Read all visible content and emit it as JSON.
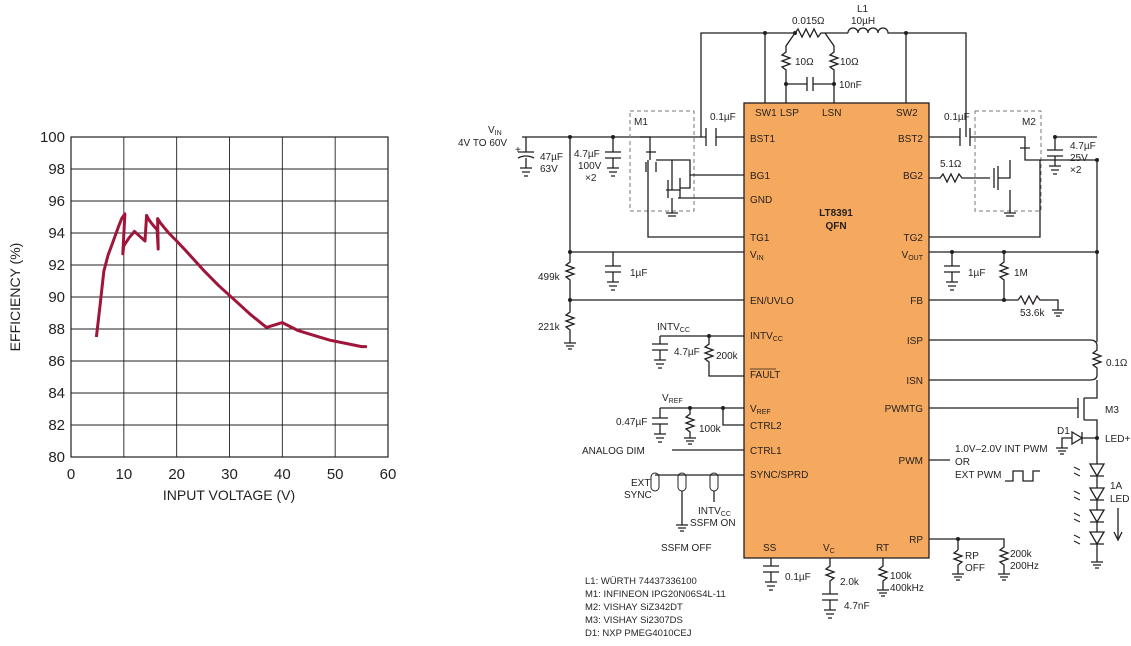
{
  "chart_data": {
    "type": "line",
    "title": "",
    "xlabel": "INPUT VOLTAGE (V)",
    "ylabel": "EFFICIENCY (%)",
    "xlim": [
      0,
      60
    ],
    "ylim": [
      80,
      100
    ],
    "xticks": [
      "0",
      "10",
      "20",
      "30",
      "40",
      "50",
      "60"
    ],
    "yticks": [
      "80",
      "82",
      "84",
      "86",
      "88",
      "90",
      "92",
      "94",
      "96",
      "98",
      "100"
    ],
    "grid": true,
    "line_color": "#a0163a",
    "series": [
      {
        "x": [
          4.8,
          5.5,
          6.2,
          7.0,
          8.0,
          9.0,
          9.6,
          10.0,
          10.2,
          9.8,
          10.0,
          11.0,
          12.0,
          13.0,
          14.0,
          14.3,
          14.8,
          15.5,
          16.3,
          16.5,
          16.4,
          17.0,
          18.5,
          20.0,
          22.0,
          25.0,
          28.0,
          31.0,
          34.0,
          37.0,
          40.0,
          43.0,
          46.0,
          49.0,
          52.0,
          55.0,
          56.0
        ],
        "y": [
          87.5,
          89.5,
          91.6,
          92.6,
          93.5,
          94.4,
          94.9,
          95.1,
          95.2,
          92.7,
          93.2,
          93.7,
          94.1,
          93.8,
          93.5,
          95.1,
          94.8,
          94.5,
          94.2,
          93.0,
          94.9,
          94.6,
          94.0,
          93.5,
          92.8,
          91.7,
          90.7,
          89.8,
          88.9,
          88.1,
          88.4,
          87.9,
          87.6,
          87.3,
          87.1,
          86.9,
          86.9
        ]
      }
    ]
  },
  "schematic": {
    "ic": {
      "part": "LT8391",
      "package": "QFN",
      "color": "#f5a95f"
    },
    "pins_left": [
      "BST1",
      "BG1",
      "GND",
      "TG1",
      "V",
      "EN/UVLO",
      "INTV",
      "FAULT",
      "V",
      "CTRL2",
      "CTRL1",
      "SYNC/SPRD"
    ],
    "pins_left_subscripts": {
      "vin": "IN",
      "intvcc": "CC",
      "vref": "REF"
    },
    "pins_top": [
      "SW1",
      "LSP",
      "LSN",
      "SW2"
    ],
    "pins_right": [
      "BST2",
      "BG2",
      "TG2",
      "V",
      "FB",
      "ISP",
      "ISN",
      "PWMTG",
      "PWM",
      "RP"
    ],
    "pins_right_subscripts": {
      "vout": "OUT"
    },
    "pins_bottom": [
      "SS",
      "V",
      "RT"
    ],
    "pins_bottom_subscripts": {
      "vc": "C"
    },
    "labels": {
      "vin_v": "V",
      "vin_sub": "IN",
      "vin_range": "4V TO 60V",
      "cap_47u": "47µF",
      "cap_47u_v": "63V",
      "plus": "+",
      "cap_4u7_in": "4.7µF",
      "cap_4u7_in_v": "100V",
      "cap_4u7_in_n": "×2",
      "m1": "M1",
      "m2": "M2",
      "m3": "M3",
      "bst1_cap": "0.1µF",
      "bst2_cap": "0.1µF",
      "r_sense_top": "0.015Ω",
      "l1": "L1",
      "l1_val": "10µH",
      "r10a": "10Ω",
      "r10b": "10Ω",
      "c10n": "10nF",
      "r5k1": "5.1Ω",
      "cap_out": "4.7µF",
      "cap_out_v": "25V",
      "cap_out_n": "×2",
      "r499k": "499k",
      "r221k": "221k",
      "cap_vin_1u": "1µF",
      "cap_vout_1u": "1µF",
      "r1m": "1M",
      "r53k6": "53.6k",
      "intvcc_v": "INTV",
      "intvcc_sub": "CC",
      "cap_intvcc": "4.7µF",
      "r200k": "200k",
      "vref_v": "V",
      "vref_sub": "REF",
      "cap_vref": "0.47µF",
      "r100k": "100k",
      "analog_dim": "ANALOG DIM",
      "ext_sync_1": "EXT",
      "ext_sync_2": "SYNC",
      "intvcc_ssfm_1": "INTV",
      "intvcc_ssfm_sub": "CC",
      "intvcc_ssfm_2": "SSFM ON",
      "ssfm_off": "SSFM OFF",
      "r0_1": "0.1Ω",
      "d1": "D1",
      "led_plus": "LED+",
      "pwm_1": "1.0V–2.0V INT PWM",
      "pwm_2": "OR",
      "pwm_3": "EXT PWM",
      "led_1": "1A",
      "led_2": "LED",
      "rp_1": "RP",
      "rp_2": "OFF",
      "rp_r1": "200k",
      "rp_r2": "200Hz",
      "cap_ss": "0.1µF",
      "r2k": "2.0k",
      "cap_vc": "4.7nF",
      "rt_1": "100k",
      "rt_2": "400kHz"
    },
    "bom": [
      "L1: WÜRTH 74437336100",
      "M1: INFINEON IPG20N06S4L-11",
      "M2: VISHAY SiZ342DT",
      "M3: VISHAY Si2307DS",
      "D1: NXP PMEG4010CEJ"
    ]
  }
}
